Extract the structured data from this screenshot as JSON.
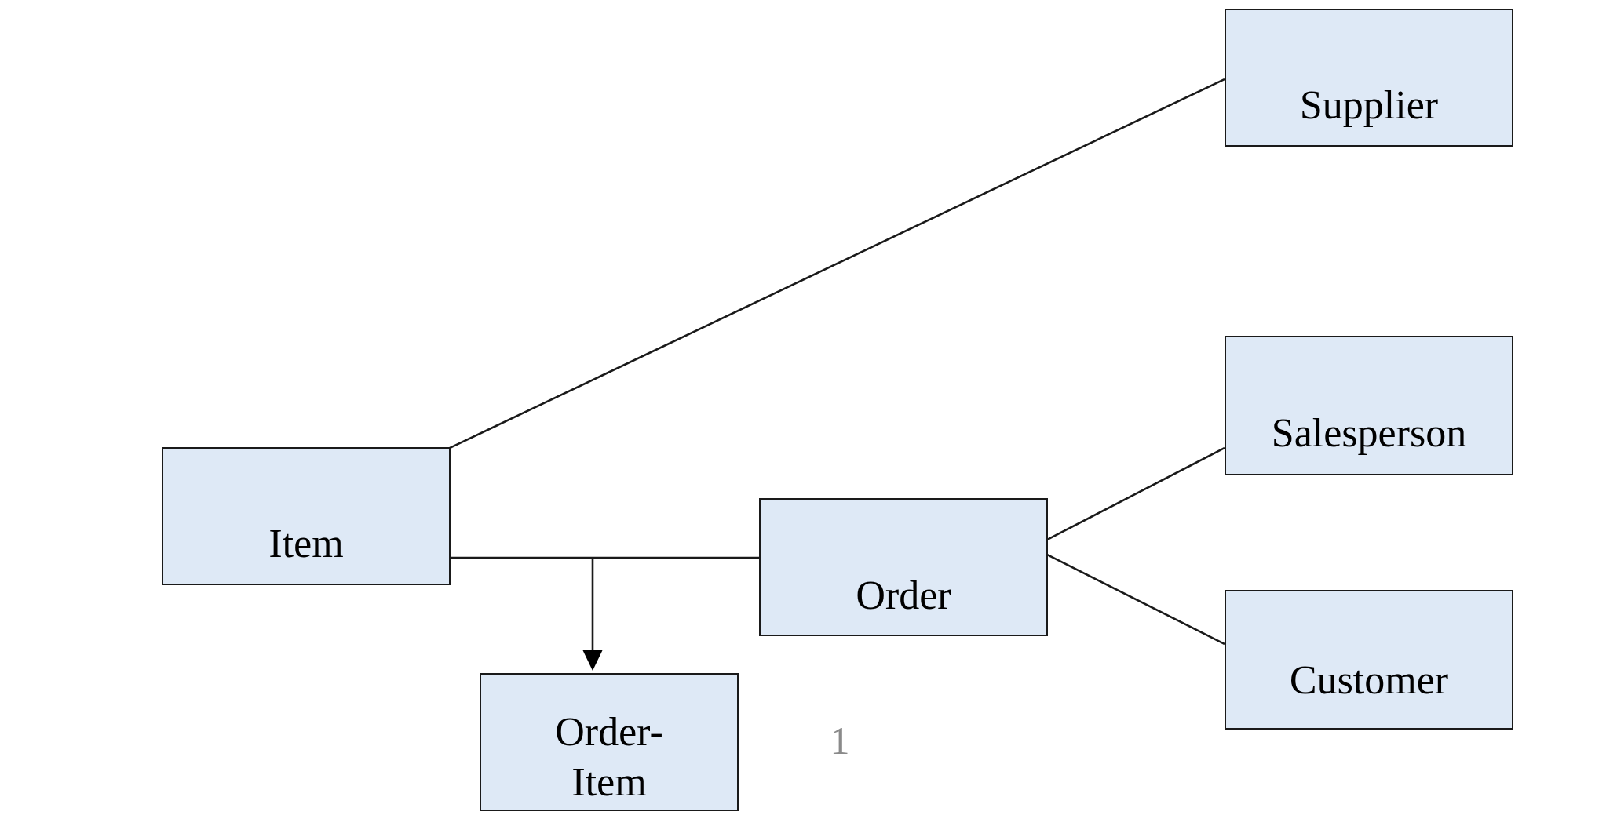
{
  "diagram": {
    "entities": {
      "supplier": "Supplier",
      "item": "Item",
      "order": "Order",
      "salesperson": "Salesperson",
      "customer": "Customer",
      "order_item_line1": "Order-",
      "order_item_line2": "Item"
    },
    "page_number": "1"
  },
  "colors": {
    "entity_fill": "#dee9f6",
    "entity_border": "#1a1a1a",
    "connector": "#1a1a1a",
    "page_number": "#8a8a8a"
  }
}
